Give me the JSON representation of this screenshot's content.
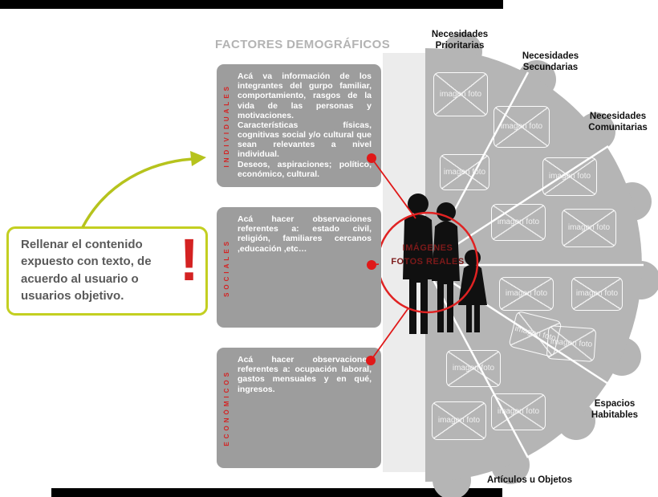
{
  "title": "FACTORES DEMOGRÁFICOS",
  "callout": {
    "text": "Rellenar el contenido expuesto con texto, de acuerdo al usuario o usuarios objetivo.",
    "exclamation": "!"
  },
  "factor_boxes": [
    {
      "category": "INDIVIDUALES",
      "text": "Acá va información de los integrantes del gurpo familiar, comportamiento, rasgos de la vida de las personas y motivaciones.\nCaracterísticas físicas, cognitivas social y/o cultural que sean relevantes a nivel individual.\nDeseos, aspiraciones; político, económico, cultural."
    },
    {
      "category": "SOCIALES",
      "text": "Acá hacer observaciones referentes a: estado civil, religión, familiares cercanos ,educación ,etc…"
    },
    {
      "category": "ECONÓMICOS",
      "text": "Acá hacer observaciones referentes a: ocupación laboral, gastos mensuales y en qué, ingresos."
    }
  ],
  "needs_labels": [
    "Necesidades Prioritarias",
    "Necesidades Secundarias",
    "Necesidades Comunitarias",
    "Espacios Habitables",
    "Artículos u Objetos"
  ],
  "center_circle": {
    "label": "IMÁGENES FOTOS REALES"
  },
  "image_placeholder_label": "imagen foto",
  "colors": {
    "accent_red": "#d42222",
    "callout_border_olive": "#c3cf21",
    "factor_box_gray": "#9d9d9d",
    "wheel_gray": "#b5b5b5",
    "title_gray": "#b3b3b3"
  }
}
